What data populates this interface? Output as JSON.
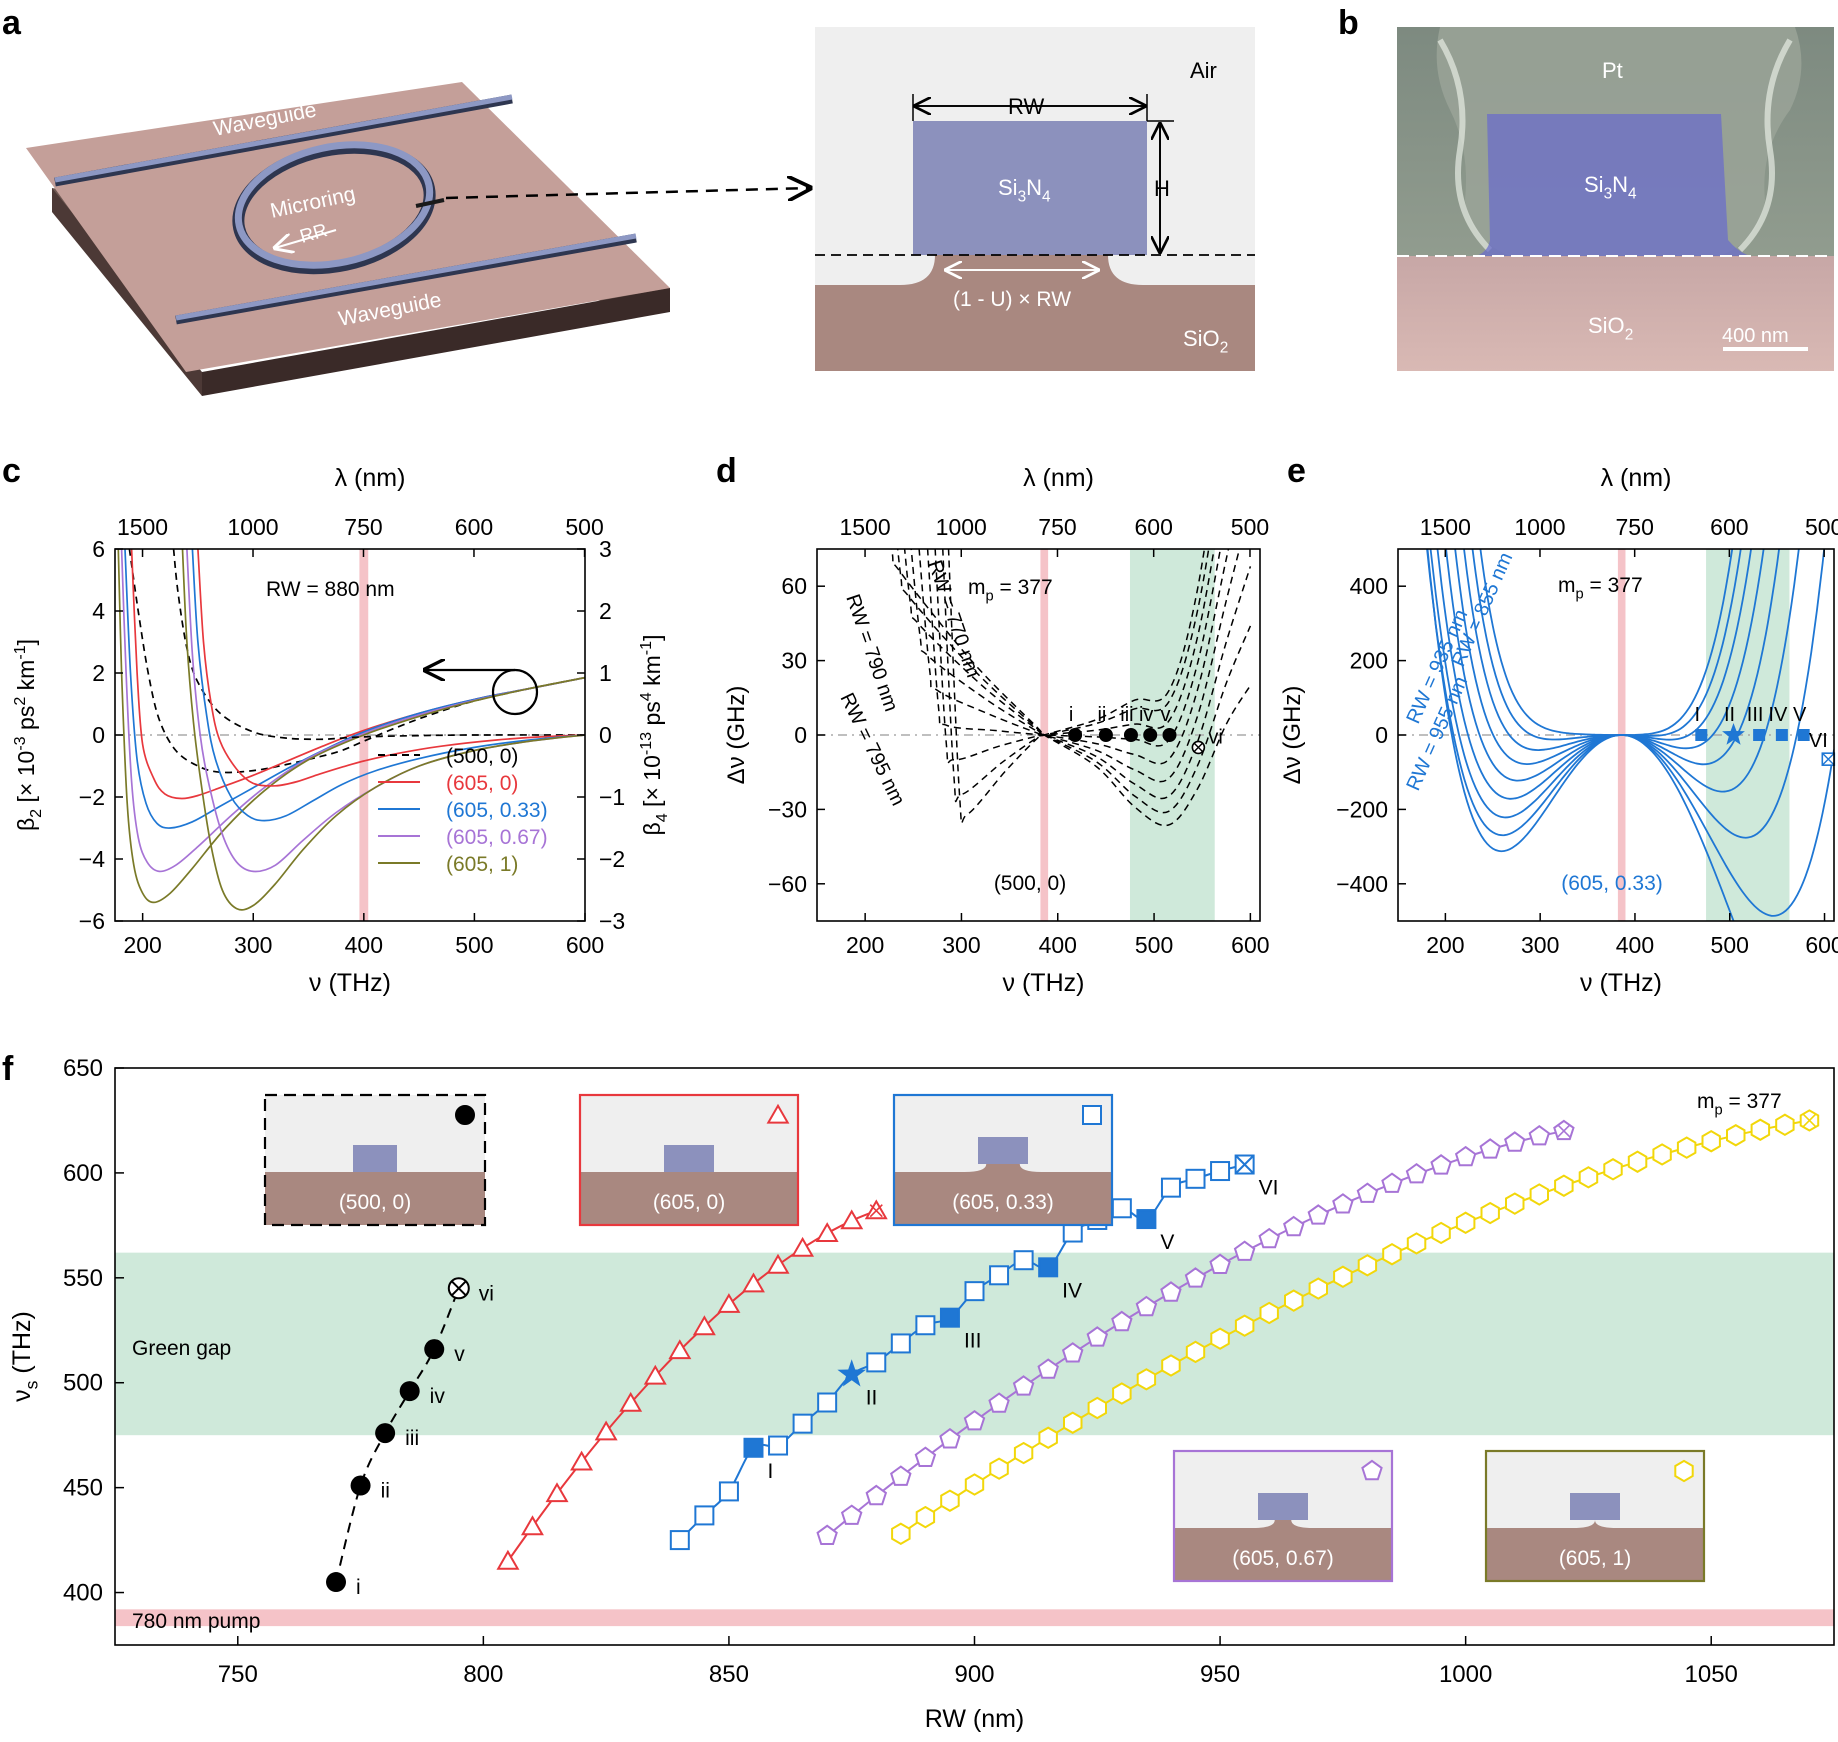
{
  "panel_labels": [
    "a",
    "b",
    "c",
    "d",
    "e",
    "f"
  ],
  "panel_a": {
    "waveguide_top": "Waveguide",
    "waveguide_bottom": "Waveguide",
    "microring": "Microring",
    "rr": "RR",
    "air": "Air",
    "rw": "RW",
    "h": "H",
    "core": "Si3N4",
    "substrate": "SiO2",
    "undercut": "(1 - U) × RW"
  },
  "panel_b": {
    "pt": "Pt",
    "core": "Si3N4",
    "substrate": "SiO2",
    "scalebar": "400 nm"
  },
  "colors": {
    "black": "#000000",
    "red": "#e8383d",
    "blue": "#1f77d4",
    "purple": "#a774d6",
    "olive": "#7a7a28",
    "yellow": "#f2d70a",
    "green_band": "#cfe9da",
    "pink_band": "#f5c3c8",
    "core": "#8c91bd",
    "substrate": "#b59a94",
    "cladding": "#eeeeee"
  },
  "chart_data": [
    {
      "panel": "c",
      "type": "line",
      "xlabel": "ν (THz)",
      "top_xlabel": "λ (nm)",
      "ylabel": "β2 [× 10-3 ps2 km-1]",
      "y2label": "β4 [× 10-13 ps4 km-1]",
      "xlim": [
        175,
        600
      ],
      "ylim": [
        -6,
        6
      ],
      "y2lim": [
        -3,
        3
      ],
      "x_ticks": [
        200,
        300,
        400,
        500,
        600
      ],
      "y_ticks": [
        -6,
        -4,
        -2,
        0,
        2,
        4,
        6
      ],
      "y2_ticks": [
        -3,
        -2,
        -1,
        0,
        1,
        2,
        3
      ],
      "top_ticks": [
        {
          "label": "1500",
          "nu": 199.9
        },
        {
          "label": "1000",
          "nu": 299.8
        },
        {
          "label": "750",
          "nu": 399.7
        },
        {
          "label": "600",
          "nu": 499.6
        },
        {
          "label": "500",
          "nu": 599.6
        }
      ],
      "annotation": "RW = 880 nm",
      "pump_band": [
        396,
        404
      ],
      "legend": [
        "(500, 0)",
        "(605, 0)",
        "(605, 0.33)",
        "(605, 0.67)",
        "(605, 1)"
      ],
      "series": [
        {
          "legend": "(500, 0)",
          "color": "#000000",
          "dash": true,
          "axis": "left",
          "x": [
            188,
            196,
            205,
            215,
            230,
            250,
            270,
            300,
            330,
            360,
            380,
            400,
            430,
            460,
            500,
            550,
            600
          ],
          "y": [
            6,
            4,
            2,
            0.5,
            -0.5,
            -1.0,
            -1.2,
            -1.15,
            -0.95,
            -0.7,
            -0.5,
            -0.2,
            0.25,
            0.65,
            1.1,
            1.5,
            1.85
          ]
        },
        {
          "legend": "(605, 0)",
          "color": "#e8383d",
          "dash": false,
          "axis": "left",
          "x": [
            190,
            195,
            200,
            210,
            220,
            235,
            250,
            270,
            300,
            330,
            360,
            400,
            450,
            500,
            550,
            600
          ],
          "y": [
            6,
            2,
            -0.3,
            -1.4,
            -1.9,
            -2.05,
            -1.95,
            -1.7,
            -1.3,
            -0.85,
            -0.4,
            0.15,
            0.7,
            1.15,
            1.5,
            1.85
          ]
        },
        {
          "legend": "(605, 0.33)",
          "color": "#1f77d4",
          "dash": false,
          "axis": "left",
          "x": [
            184,
            189,
            195,
            203,
            213,
            225,
            245,
            270,
            300,
            330,
            360,
            400,
            450,
            500,
            550,
            600
          ],
          "y": [
            6,
            2,
            -0.8,
            -2.2,
            -2.85,
            -3.0,
            -2.8,
            -2.3,
            -1.7,
            -1.1,
            -0.55,
            0.1,
            0.7,
            1.15,
            1.5,
            1.85
          ]
        },
        {
          "legend": "(605, 0.67)",
          "color": "#a774d6",
          "dash": false,
          "axis": "left",
          "x": [
            181,
            185,
            190,
            196,
            204,
            215,
            230,
            250,
            280,
            310,
            350,
            400,
            450,
            500,
            550,
            600
          ],
          "y": [
            6,
            2,
            -1.5,
            -3.3,
            -4.1,
            -4.4,
            -4.2,
            -3.6,
            -2.6,
            -1.7,
            -0.75,
            0.05,
            0.65,
            1.12,
            1.5,
            1.85
          ]
        },
        {
          "legend": "(605, 1)",
          "color": "#7a7a28",
          "dash": false,
          "axis": "left",
          "x": [
            178,
            181,
            186,
            192,
            200,
            210,
            225,
            245,
            275,
            310,
            350,
            400,
            450,
            500,
            550,
            600
          ],
          "y": [
            6,
            2,
            -2.2,
            -4.2,
            -5.1,
            -5.4,
            -5.1,
            -4.3,
            -3.0,
            -1.8,
            -0.8,
            0.0,
            0.6,
            1.1,
            1.5,
            1.85
          ]
        },
        {
          "legend": "(500, 0)",
          "color": "#000000",
          "dash": true,
          "axis": "right",
          "x": [
            228,
            232,
            240,
            250,
            270,
            300,
            330,
            360,
            380,
            400,
            450,
            500,
            600
          ],
          "y": [
            3,
            2.3,
            1.4,
            0.85,
            0.35,
            0.05,
            -0.05,
            -0.07,
            -0.05,
            -0.03,
            -0.01,
            0,
            0
          ]
        },
        {
          "legend": "(605, 0)",
          "color": "#e8383d",
          "dash": false,
          "axis": "right",
          "x": [
            250,
            255,
            262,
            270,
            285,
            300,
            320,
            340,
            360,
            380,
            400,
            430,
            470,
            520,
            560,
            600
          ],
          "y": [
            3,
            1.5,
            0.5,
            -0.1,
            -0.55,
            -0.78,
            -0.82,
            -0.75,
            -0.63,
            -0.52,
            -0.42,
            -0.3,
            -0.18,
            -0.08,
            -0.03,
            0
          ]
        },
        {
          "legend": "(605, 0.33)",
          "color": "#1f77d4",
          "dash": false,
          "axis": "right",
          "x": [
            245,
            250,
            258,
            266,
            280,
            295,
            310,
            330,
            355,
            380,
            410,
            450,
            500,
            550,
            600
          ],
          "y": [
            3,
            1.5,
            0.3,
            -0.4,
            -1.0,
            -1.3,
            -1.38,
            -1.3,
            -1.05,
            -0.8,
            -0.58,
            -0.38,
            -0.2,
            -0.08,
            0
          ]
        },
        {
          "legend": "(605, 0.67)",
          "color": "#a774d6",
          "dash": false,
          "axis": "right",
          "x": [
            240,
            245,
            252,
            260,
            272,
            285,
            300,
            320,
            345,
            375,
            410,
            450,
            500,
            550,
            600
          ],
          "y": [
            3,
            1.3,
            0.0,
            -0.8,
            -1.6,
            -2.05,
            -2.2,
            -2.1,
            -1.7,
            -1.25,
            -0.85,
            -0.5,
            -0.25,
            -0.1,
            0
          ]
        },
        {
          "legend": "(605, 1)",
          "color": "#7a7a28",
          "dash": false,
          "axis": "right",
          "x": [
            236,
            240,
            246,
            253,
            262,
            272,
            285,
            300,
            320,
            345,
            375,
            410,
            450,
            500,
            550,
            600
          ],
          "y": [
            3,
            1.5,
            0.2,
            -0.8,
            -1.8,
            -2.5,
            -2.8,
            -2.75,
            -2.4,
            -1.85,
            -1.3,
            -0.85,
            -0.5,
            -0.25,
            -0.1,
            0
          ]
        }
      ]
    },
    {
      "panel": "d",
      "type": "line",
      "xlabel": "ν (THz)",
      "top_xlabel": "λ (nm)",
      "ylabel": "Δν (GHz)",
      "xlim": [
        150,
        610
      ],
      "ylim": [
        -75,
        75
      ],
      "x_ticks": [
        200,
        300,
        400,
        500,
        600
      ],
      "y_ticks": [
        -60,
        -30,
        0,
        30,
        60
      ],
      "top_ticks": [
        {
          "label": "1500",
          "nu": 199.9
        },
        {
          "label": "1000",
          "nu": 299.8
        },
        {
          "label": "750",
          "nu": 399.7
        },
        {
          "label": "600",
          "nu": 499.6
        },
        {
          "label": "500",
          "nu": 599.6
        }
      ],
      "annotation_mp": "mp = 377",
      "annotation_case": "(500, 0)",
      "curve_labels": [
        "RW = 770 nm",
        "RW = 790 nm",
        "RW = 795 nm"
      ],
      "pump_band": [
        382,
        390
      ],
      "green_band": [
        475,
        563
      ],
      "curve_minima": [
        {
          "nu": 236,
          "val": 66
        },
        {
          "nu": 245,
          "val": 56
        },
        {
          "nu": 255,
          "val": 45
        },
        {
          "nu": 265,
          "val": 32
        },
        {
          "nu": 275,
          "val": 18
        },
        {
          "nu": 284,
          "val": 4
        },
        {
          "nu": 292,
          "val": -10
        },
        {
          "nu": 300,
          "val": -24
        },
        {
          "nu": 306,
          "val": -32
        }
      ],
      "markers": [
        {
          "label": "i",
          "nu": 418,
          "val": 0,
          "style": "filled"
        },
        {
          "label": "ii",
          "nu": 450,
          "val": 0,
          "style": "filled"
        },
        {
          "label": "iii",
          "nu": 476,
          "val": 0,
          "style": "filled"
        },
        {
          "label": "iv",
          "nu": 496,
          "val": 0,
          "style": "filled"
        },
        {
          "label": "v",
          "nu": 516,
          "val": 0,
          "style": "filled"
        },
        {
          "label": "vi",
          "nu": 546,
          "val": -5,
          "style": "crossed"
        }
      ]
    },
    {
      "panel": "e",
      "type": "line",
      "xlabel": "ν (THz)",
      "top_xlabel": "λ (nm)",
      "ylabel": "Δν (GHz)",
      "xlim": [
        150,
        610
      ],
      "ylim": [
        -500,
        500
      ],
      "x_ticks": [
        200,
        300,
        400,
        500,
        600
      ],
      "y_ticks": [
        -400,
        -200,
        0,
        200,
        400
      ],
      "top_ticks": [
        {
          "label": "1500",
          "nu": 199.9
        },
        {
          "label": "1000",
          "nu": 299.8
        },
        {
          "label": "750",
          "nu": 399.7
        },
        {
          "label": "600",
          "nu": 499.6
        },
        {
          "label": "500",
          "nu": 599.6
        }
      ],
      "annotation_mp": "mp = 377",
      "annotation_case": "(605, 0.33)",
      "curve_labels": [
        "RW = 855 nm",
        "RW = 935 nm",
        "RW = 955 nm"
      ],
      "pump_band": [
        382,
        390
      ],
      "green_band": [
        475,
        563
      ],
      "curve_amplitudes": [
        -350,
        -280,
        -210,
        -145,
        -80,
        -20,
        50,
        130,
        250
      ],
      "markers": [
        {
          "label": "I",
          "nu": 470,
          "val": 0,
          "style": "square"
        },
        {
          "label": "II",
          "nu": 504,
          "val": 0,
          "style": "star"
        },
        {
          "label": "III",
          "nu": 531,
          "val": 0,
          "style": "square"
        },
        {
          "label": "IV",
          "nu": 555,
          "val": 0,
          "style": "square"
        },
        {
          "label": "V",
          "nu": 578,
          "val": 0,
          "style": "square"
        },
        {
          "label": "VI",
          "nu": 604,
          "val": -65,
          "style": "crossed-square"
        }
      ]
    },
    {
      "panel": "f",
      "type": "scatter",
      "xlabel": "RW (nm)",
      "ylabel": "νs (THz)",
      "xlim": [
        725,
        1075
      ],
      "ylim": [
        375,
        650
      ],
      "x_ticks": [
        750,
        800,
        850,
        900,
        950,
        1000,
        1050
      ],
      "y_ticks": [
        400,
        450,
        500,
        550,
        600,
        650
      ],
      "annotation_mp": "mp = 377",
      "green_gap_label": "Green gap",
      "green_gap": [
        475,
        562
      ],
      "pump_label": "780 nm pump",
      "pump_band": [
        384,
        392
      ],
      "series": [
        {
          "legend": "(500, 0)",
          "marker": "circle",
          "color": "#000000",
          "dashed": true,
          "x_start": 770,
          "x_end": 795,
          "y_start": 405,
          "y_end": 545,
          "curve": 0.9
        },
        {
          "legend": "(605, 0)",
          "marker": "triangle",
          "color": "#e8383d",
          "dashed": false,
          "x_start": 805,
          "x_end": 880,
          "y_start": 415,
          "y_end": 582,
          "curve": 0.78
        },
        {
          "legend": "(605, 0.33)",
          "marker": "square",
          "color": "#1f77d4",
          "dashed": false,
          "x_start": 840,
          "x_end": 955,
          "y_start": 425,
          "y_end": 604,
          "curve": 0.82
        },
        {
          "legend": "(605, 0.67)",
          "marker": "pentagon",
          "color": "#a774d6",
          "dashed": false,
          "x_start": 870,
          "x_end": 1020,
          "y_start": 427,
          "y_end": 620,
          "curve": 0.78
        },
        {
          "legend": "(605, 1)",
          "marker": "hexagon",
          "color": "#f2d70a",
          "dashed": false,
          "x_start": 885,
          "x_end": 1070,
          "y_start": 428,
          "y_end": 625,
          "curve": 0.78
        }
      ],
      "labeled_points": [
        {
          "label": "i",
          "x": 770,
          "y": 405,
          "series": 0
        },
        {
          "label": "ii",
          "x": 775,
          "y": 451,
          "series": 0
        },
        {
          "label": "iii",
          "x": 780,
          "y": 476,
          "series": 0
        },
        {
          "label": "iv",
          "x": 785,
          "y": 496,
          "series": 0
        },
        {
          "label": "v",
          "x": 790,
          "y": 516,
          "series": 0
        },
        {
          "label": "vi",
          "x": 795,
          "y": 545,
          "series": 0
        },
        {
          "label": "I",
          "x": 855,
          "y": 469,
          "series": 2
        },
        {
          "label": "II",
          "x": 875,
          "y": 504,
          "series": 2
        },
        {
          "label": "III",
          "x": 895,
          "y": 531,
          "series": 2
        },
        {
          "label": "IV",
          "x": 915,
          "y": 555,
          "series": 2
        },
        {
          "label": "V",
          "x": 935,
          "y": 578,
          "series": 2
        },
        {
          "label": "VI",
          "x": 955,
          "y": 604,
          "series": 2
        }
      ],
      "insets": [
        {
          "label": "(500, 0)",
          "u": 0,
          "marker": "circle"
        },
        {
          "label": "(605, 0)",
          "u": 0,
          "marker": "triangle"
        },
        {
          "label": "(605, 0.33)",
          "u": 0.33,
          "marker": "square"
        },
        {
          "label": "(605, 0.67)",
          "u": 0.67,
          "marker": "pentagon"
        },
        {
          "label": "(605, 1)",
          "u": 1,
          "marker": "hexagon"
        }
      ]
    }
  ]
}
